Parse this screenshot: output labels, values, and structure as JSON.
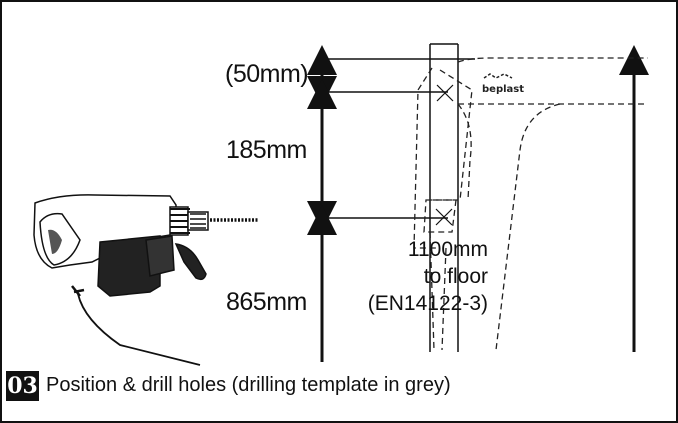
{
  "dimensions": {
    "top_offset": "(50mm)",
    "hole_spacing": "185mm",
    "lower_height": "865mm"
  },
  "total_height": {
    "line1": "1100mm",
    "line2": "to floor",
    "line3": "(EN14122-3)"
  },
  "brand_mark": "beplast",
  "step": {
    "number": "03",
    "caption": "Position & drill holes (drilling template in grey)"
  },
  "icons": [
    "drill-icon",
    "drill-mark-x-icon"
  ]
}
